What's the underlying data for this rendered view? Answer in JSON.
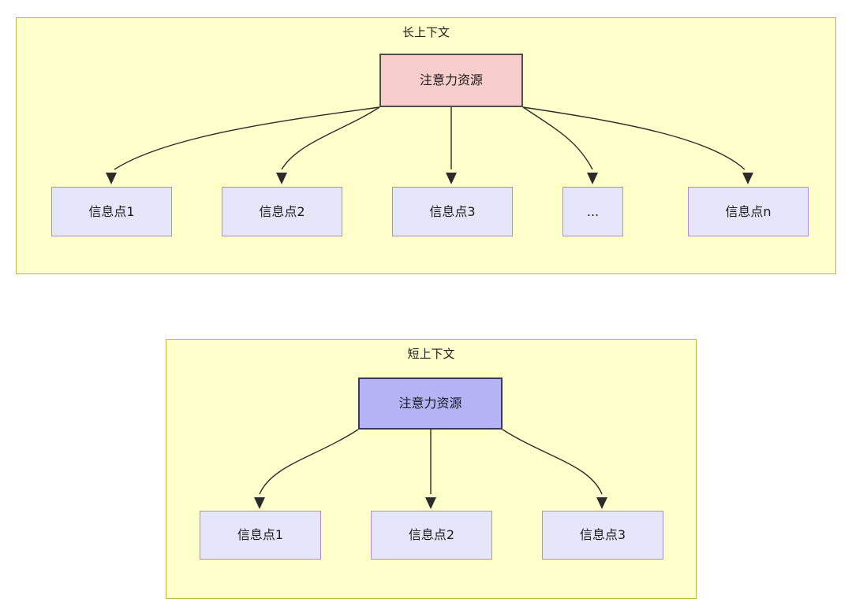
{
  "diagram": {
    "title_long": "长上下文",
    "title_short": "短上下文",
    "colors": {
      "group_fill": "#ffffcc",
      "group_border": "#b8b846",
      "source_long_fill": "#f8cecc",
      "source_long_border": "#4d4d4d",
      "source_short_fill": "#b3b3f5",
      "source_short_border": "#3a3a50",
      "info_fill": "#e6e6fa",
      "info_border": "#b088e8",
      "edge": "#2b2b2b",
      "text": "#1a1a1a"
    }
  },
  "long_context": {
    "title": "长上下文",
    "source": {
      "label": "注意力资源"
    },
    "targets": [
      {
        "label": "信息点1"
      },
      {
        "label": "信息点2"
      },
      {
        "label": "信息点3"
      },
      {
        "label": "..."
      },
      {
        "label": "信息点n"
      }
    ]
  },
  "short_context": {
    "title": "短上下文",
    "source": {
      "label": "注意力资源"
    },
    "targets": [
      {
        "label": "信息点1"
      },
      {
        "label": "信息点2"
      },
      {
        "label": "信息点3"
      }
    ]
  }
}
